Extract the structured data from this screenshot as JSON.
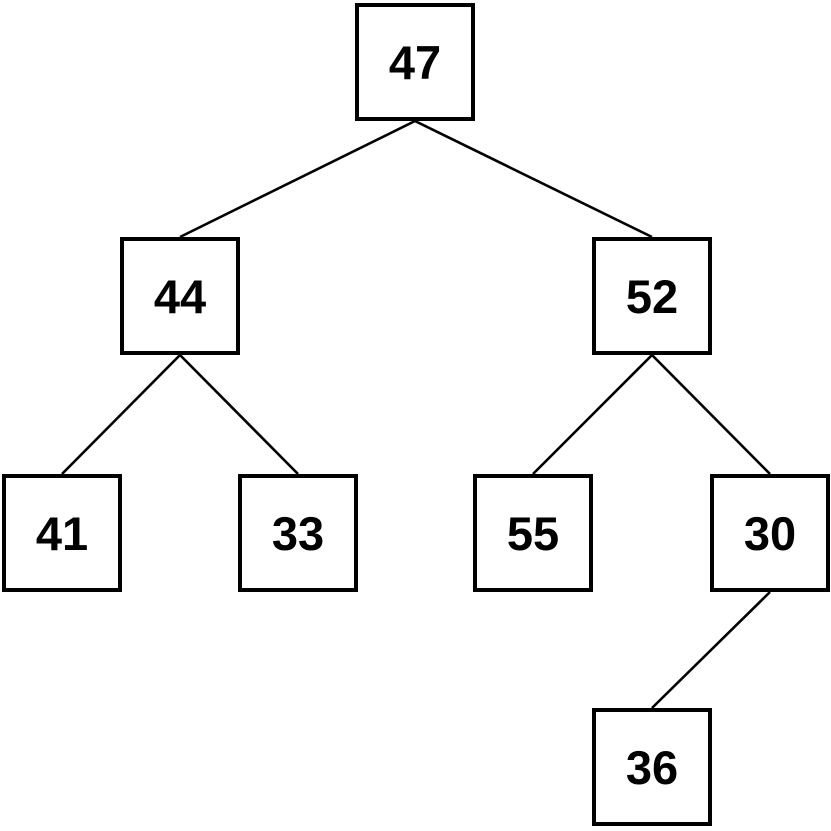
{
  "diagram": {
    "type": "binary-tree",
    "background_color": "#ffffff",
    "node_fill_color": "#ffffff",
    "node_border_color": "#000000",
    "edge_color": "#000000",
    "text_color": "#000000",
    "nodes": [
      {
        "label": "47",
        "parent": null,
        "side": "root"
      },
      {
        "label": "44",
        "parent": "47",
        "side": "left"
      },
      {
        "label": "52",
        "parent": "47",
        "side": "right"
      },
      {
        "label": "41",
        "parent": "44",
        "side": "left"
      },
      {
        "label": "33",
        "parent": "44",
        "side": "right"
      },
      {
        "label": "55",
        "parent": "52",
        "side": "left"
      },
      {
        "label": "30",
        "parent": "52",
        "side": "right"
      },
      {
        "label": "36",
        "parent": "30",
        "side": "left"
      }
    ],
    "edges": [
      {
        "from": "47",
        "to": "44"
      },
      {
        "from": "47",
        "to": "52"
      },
      {
        "from": "44",
        "to": "41"
      },
      {
        "from": "44",
        "to": "33"
      },
      {
        "from": "52",
        "to": "55"
      },
      {
        "from": "52",
        "to": "30"
      },
      {
        "from": "30",
        "to": "36"
      }
    ]
  }
}
